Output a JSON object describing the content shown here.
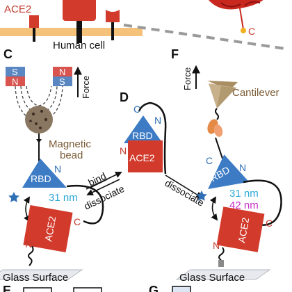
{
  "panel_top": {
    "ace2_label": "ACE2",
    "cell_label": "Human cell",
    "c_label": "C"
  },
  "panel_c": {
    "letter": "C",
    "magnet_left": {
      "top": "S",
      "bottom": "N"
    },
    "magnet_right": {
      "top": "N",
      "bottom": "S"
    },
    "force_label": "Force",
    "bead_label_1": "Magnetic",
    "bead_label_2": "bead",
    "rbd": "RBD",
    "n": "N",
    "c": "C",
    "distance": "31 nm",
    "ace2": "ACE2",
    "surface": "Glass Surface"
  },
  "panel_d": {
    "letter": "D",
    "c": "C",
    "n": "N",
    "rbd": "RBD",
    "ace2": "ACE2",
    "bind": "bind",
    "dissociate_left": "dissociate",
    "dissociate_right": "dissociate"
  },
  "panel_f": {
    "letter": "F",
    "force_label": "Force",
    "cantilever": "Cantilever",
    "rbd": "RBD",
    "c": "C",
    "n": "N",
    "distance_1": "31 nm",
    "distance_2": "42 nm",
    "ace2": "ACE2",
    "surface": "Glass Surface"
  },
  "bottom": {
    "letter_e": "E",
    "letter_g": "G"
  },
  "colors": {
    "ace2_red": "#d23a2c",
    "rbd_blue": "#3d7cc4",
    "membrane": "#f4c27a",
    "cantilever": "#c7b08a",
    "bead": "#8a7762",
    "distance_cyan": "#29a9d6",
    "distance_magenta": "#c62fc6"
  }
}
